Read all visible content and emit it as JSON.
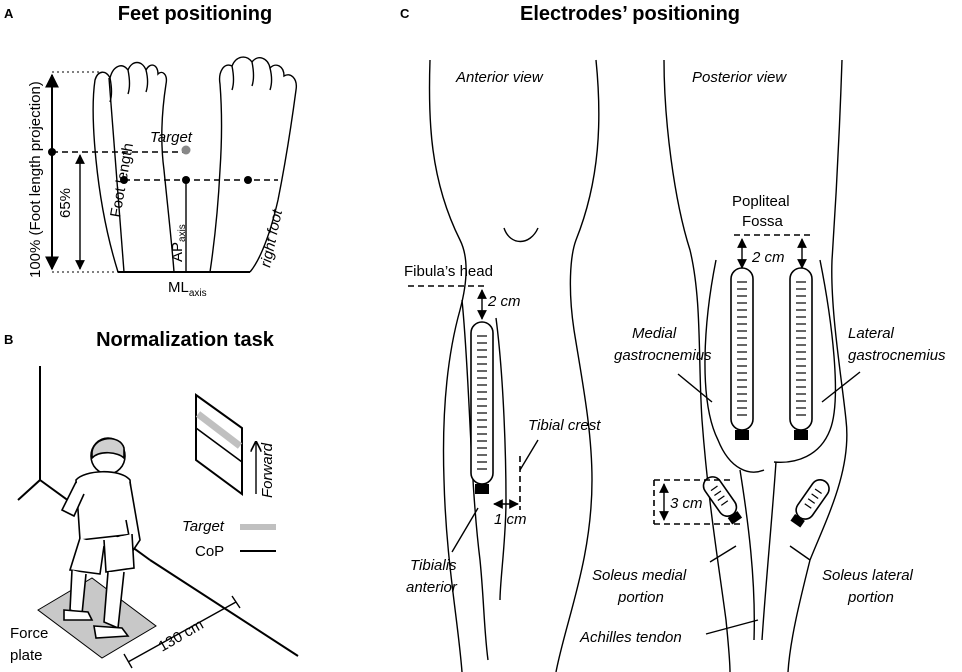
{
  "panel_a": {
    "letter": "A",
    "title": "Feet positioning",
    "y_label_pct": "100%",
    "y_label_text": "(Foot length projection)",
    "pct_65": "65%",
    "target": "Target",
    "foot_length": "Foot length",
    "ap_base": "AP",
    "ap_sub": "axis",
    "ml_base": "ML",
    "ml_sub": "axis",
    "right_foot": "right foot"
  },
  "panel_b": {
    "letter": "B",
    "title": "Normalization task",
    "forward": "Forward",
    "legend_target": "Target",
    "legend_cop": "CoP",
    "distance": "130 cm",
    "force_plate_line1": "Force",
    "force_plate_line2": "plate",
    "colors": {
      "target": "#c0c0c0",
      "cop": "#000000"
    }
  },
  "panel_c": {
    "letter": "C",
    "title": "Electrodes’ positioning",
    "anterior_view": "Anterior view",
    "posterior_view": "Posterior view",
    "fibula_head": "Fibula’s head",
    "dist_2cm_a": "2 cm",
    "tibial_crest": "Tibial crest",
    "dist_1cm": "1 cm",
    "tibialis_line1": "Tibialis",
    "tibialis_line2": "anterior",
    "popliteal_line1": "Popliteal",
    "popliteal_line2": "Fossa",
    "dist_2cm_p": "2 cm",
    "medial_line1": "Medial",
    "medial_line2": "gastrocnemius",
    "lateral_line1": "Lateral",
    "lateral_line2": "gastrocnemius",
    "dist_3cm": "3 cm",
    "soleus_medial_line1": "Soleus medial",
    "soleus_medial_line2": "portion",
    "soleus_lateral_line1": "Soleus lateral",
    "soleus_lateral_line2": "portion",
    "achilles": "Achilles tendon"
  }
}
